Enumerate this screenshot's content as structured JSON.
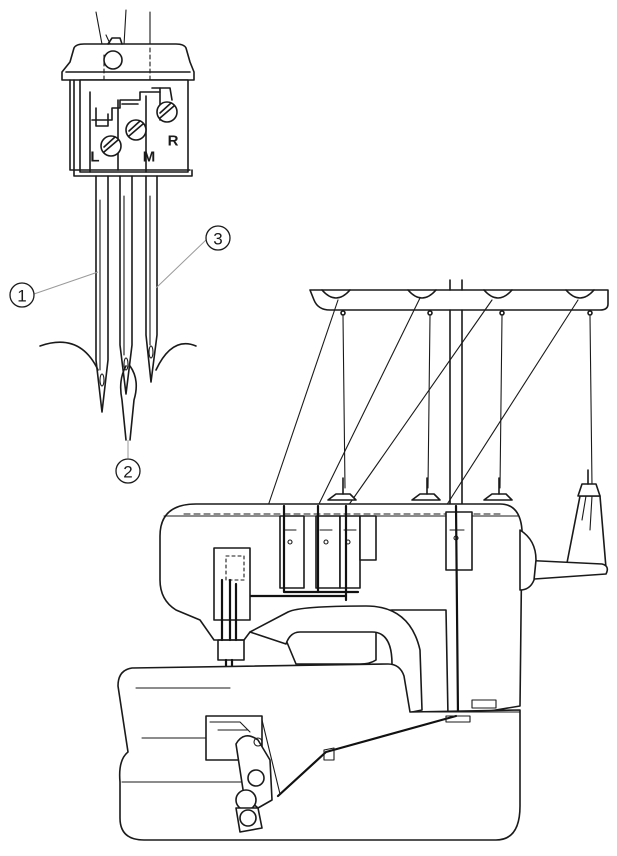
{
  "needle_clamp": {
    "labels": {
      "left": "L",
      "middle": "M",
      "right": "R"
    }
  },
  "callouts": [
    {
      "id": "1",
      "text": "1"
    },
    {
      "id": "2",
      "text": "2"
    },
    {
      "id": "3",
      "text": "3"
    }
  ]
}
